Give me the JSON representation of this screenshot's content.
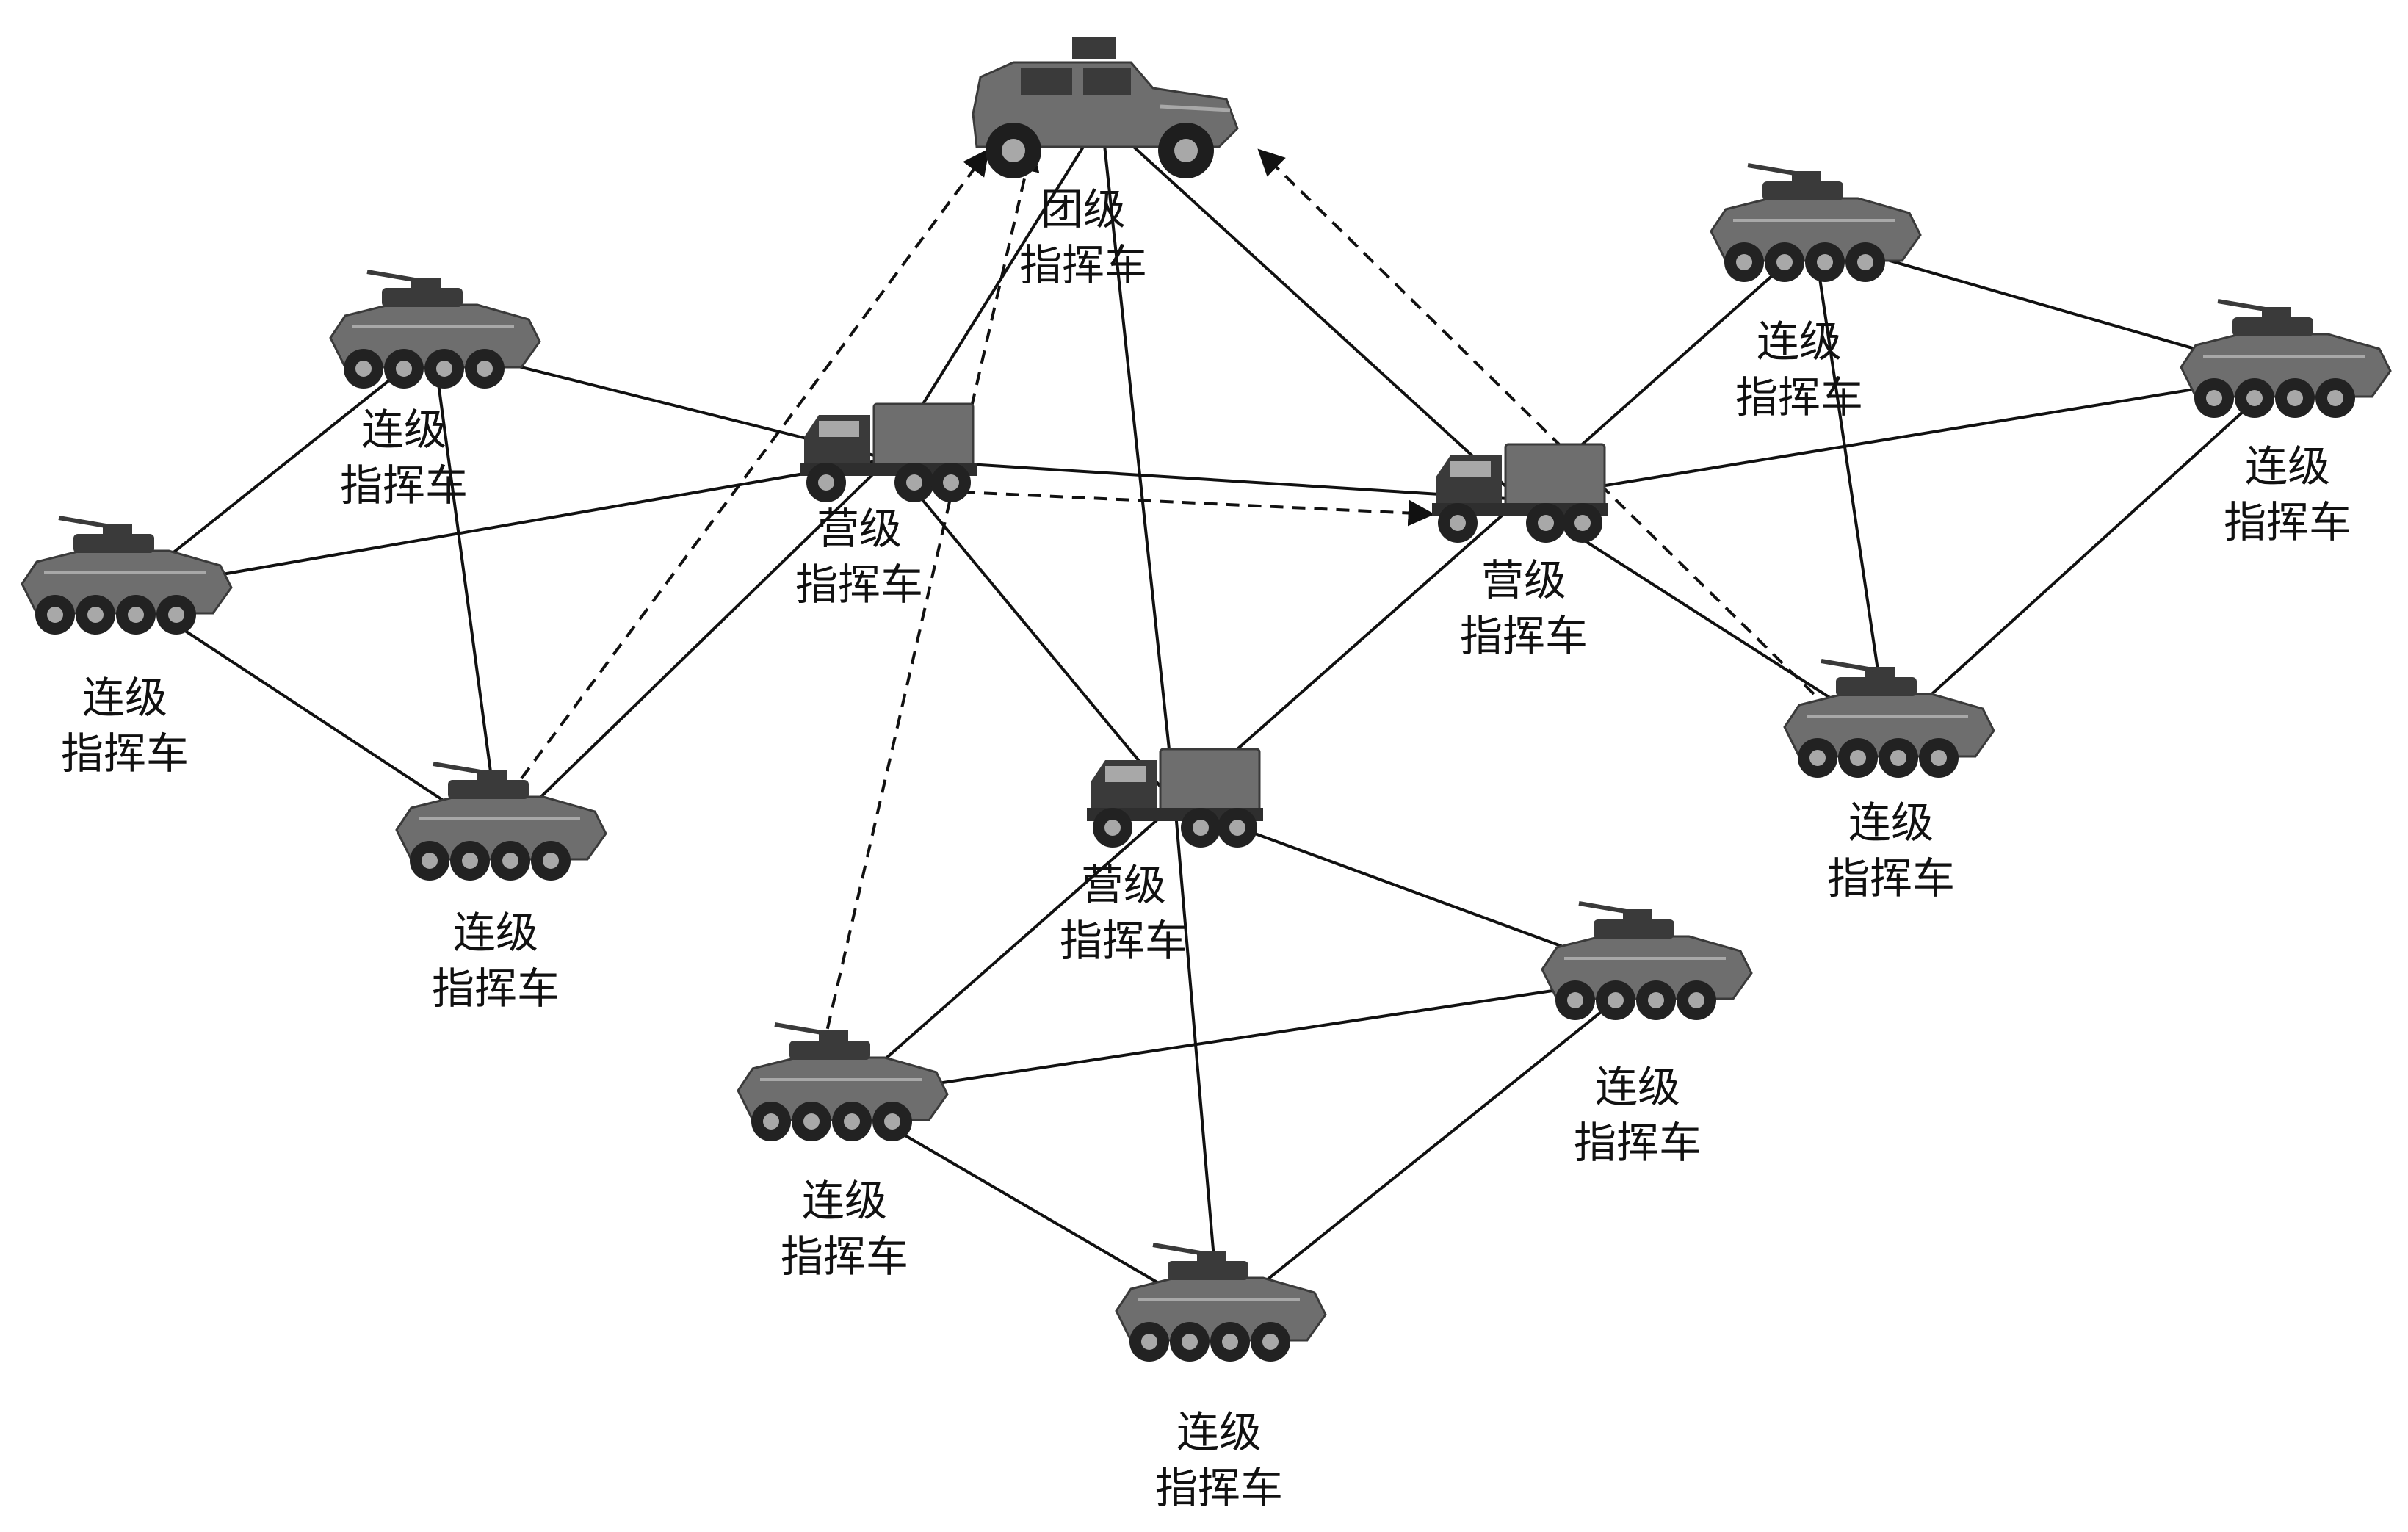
{
  "nodes": [
    {
      "id": "regiment",
      "kind": "hmmwv",
      "line1": "团级",
      "line2": "指挥车"
    },
    {
      "id": "bn-left",
      "kind": "truck",
      "line1": "营级",
      "line2": "指挥车"
    },
    {
      "id": "bn-right",
      "kind": "truck",
      "line1": "营级",
      "line2": "指挥车"
    },
    {
      "id": "bn-bottom",
      "kind": "truck",
      "line1": "营级",
      "line2": "指挥车"
    },
    {
      "id": "co-left-top",
      "kind": "apc",
      "line1": "连级",
      "line2": "指挥车"
    },
    {
      "id": "co-left-mid",
      "kind": "apc",
      "line1": "连级",
      "line2": "指挥车"
    },
    {
      "id": "co-left-bot",
      "kind": "apc",
      "line1": "连级",
      "line2": "指挥车"
    },
    {
      "id": "co-right-top",
      "kind": "apc",
      "line1": "连级",
      "line2": "指挥车"
    },
    {
      "id": "co-right-far",
      "kind": "apc",
      "line1": "连级",
      "line2": "指挥车"
    },
    {
      "id": "co-right-bot",
      "kind": "apc",
      "line1": "连级",
      "line2": "指挥车"
    },
    {
      "id": "co-bottom-left",
      "kind": "apc",
      "line1": "连级",
      "line2": "指挥车"
    },
    {
      "id": "co-bottom-right",
      "kind": "apc",
      "line1": "连级",
      "line2": "指挥车"
    },
    {
      "id": "co-bottom-center",
      "kind": "apc",
      "line1": "连级",
      "line2": "指挥车"
    }
  ],
  "links": [
    {
      "from": "co-left-top",
      "to": "co-left-mid",
      "style": "solid"
    },
    {
      "from": "co-left-top",
      "to": "co-left-bot",
      "style": "solid"
    },
    {
      "from": "co-left-top",
      "to": "bn-left",
      "style": "solid"
    },
    {
      "from": "co-left-mid",
      "to": "bn-left",
      "style": "solid"
    },
    {
      "from": "co-left-mid",
      "to": "co-left-bot",
      "style": "solid"
    },
    {
      "from": "co-left-bot",
      "to": "bn-left",
      "style": "solid"
    },
    {
      "from": "bn-left",
      "to": "regiment",
      "style": "solid"
    },
    {
      "from": "bn-left",
      "to": "bn-right",
      "style": "solid"
    },
    {
      "from": "bn-left",
      "to": "bn-bottom",
      "style": "solid"
    },
    {
      "from": "bn-bottom",
      "to": "regiment",
      "style": "solid"
    },
    {
      "from": "bn-bottom",
      "to": "bn-right",
      "style": "solid"
    },
    {
      "from": "bn-right",
      "to": "regiment",
      "style": "solid"
    },
    {
      "from": "bn-right",
      "to": "co-right-top",
      "style": "solid"
    },
    {
      "from": "bn-right",
      "to": "co-right-far",
      "style": "solid"
    },
    {
      "from": "bn-right",
      "to": "co-right-bot",
      "style": "solid"
    },
    {
      "from": "co-right-top",
      "to": "co-right-far",
      "style": "solid"
    },
    {
      "from": "co-right-top",
      "to": "co-right-bot",
      "style": "solid"
    },
    {
      "from": "co-right-far",
      "to": "co-right-bot",
      "style": "solid"
    },
    {
      "from": "bn-bottom",
      "to": "co-bottom-left",
      "style": "solid"
    },
    {
      "from": "bn-bottom",
      "to": "co-bottom-right",
      "style": "solid"
    },
    {
      "from": "bn-bottom",
      "to": "co-bottom-center",
      "style": "solid"
    },
    {
      "from": "co-bottom-left",
      "to": "co-bottom-right",
      "style": "solid"
    },
    {
      "from": "co-bottom-left",
      "to": "co-bottom-center",
      "style": "solid"
    },
    {
      "from": "co-bottom-right",
      "to": "co-bottom-center",
      "style": "solid"
    },
    {
      "from": "co-left-bot",
      "to": "regiment",
      "style": "dashed-arrow"
    },
    {
      "from": "co-bottom-left",
      "to": "regiment",
      "style": "dashed-arrow"
    },
    {
      "from": "co-right-bot",
      "to": "regiment",
      "style": "dashed-arrow"
    },
    {
      "from": "bn-left",
      "to": "bn-right",
      "style": "dashed-arrow"
    }
  ],
  "colors": {
    "line": "#111111",
    "vehicle_dark": "#3a3a3a",
    "vehicle_mid": "#6e6e6e",
    "vehicle_light": "#a8a8a8"
  }
}
